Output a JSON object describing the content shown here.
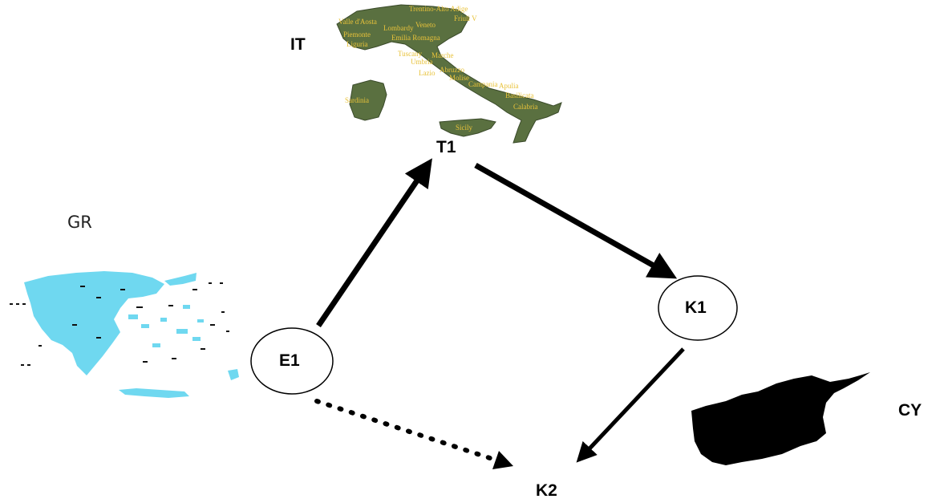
{
  "countries": {
    "italy": {
      "code": "IT",
      "map_color": "#5a7040",
      "region_label_color": "#e8c23a"
    },
    "greece": {
      "code": "GR",
      "map_color": "#6fd8f0"
    },
    "cyprus": {
      "code": "CY",
      "map_color": "#000000"
    }
  },
  "map_region_labels": [
    "Valle d'Aosta",
    "Trentino-Alto Adige",
    "Friuli V",
    "Lombardy",
    "Veneto",
    "Piemonte",
    "Emilia Romagna",
    "Liguria",
    "Tuscany",
    "Marche",
    "Umbria",
    "Abruzzo",
    "Lazio",
    "Molise",
    "Campania",
    "Apulia",
    "Basilicata",
    "Sardinia",
    "Calabria",
    "Sicily"
  ],
  "nodes": [
    {
      "id": "T1",
      "circled": false
    },
    {
      "id": "K1",
      "circled": true
    },
    {
      "id": "E1",
      "circled": true
    },
    {
      "id": "K2",
      "circled": false
    }
  ],
  "edges": [
    {
      "from": "E1",
      "to": "T1",
      "style": "solid"
    },
    {
      "from": "T1",
      "to": "K1",
      "style": "solid"
    },
    {
      "from": "K1",
      "to": "K2",
      "style": "solid"
    },
    {
      "from": "E1",
      "to": "K2",
      "style": "dotted"
    }
  ]
}
